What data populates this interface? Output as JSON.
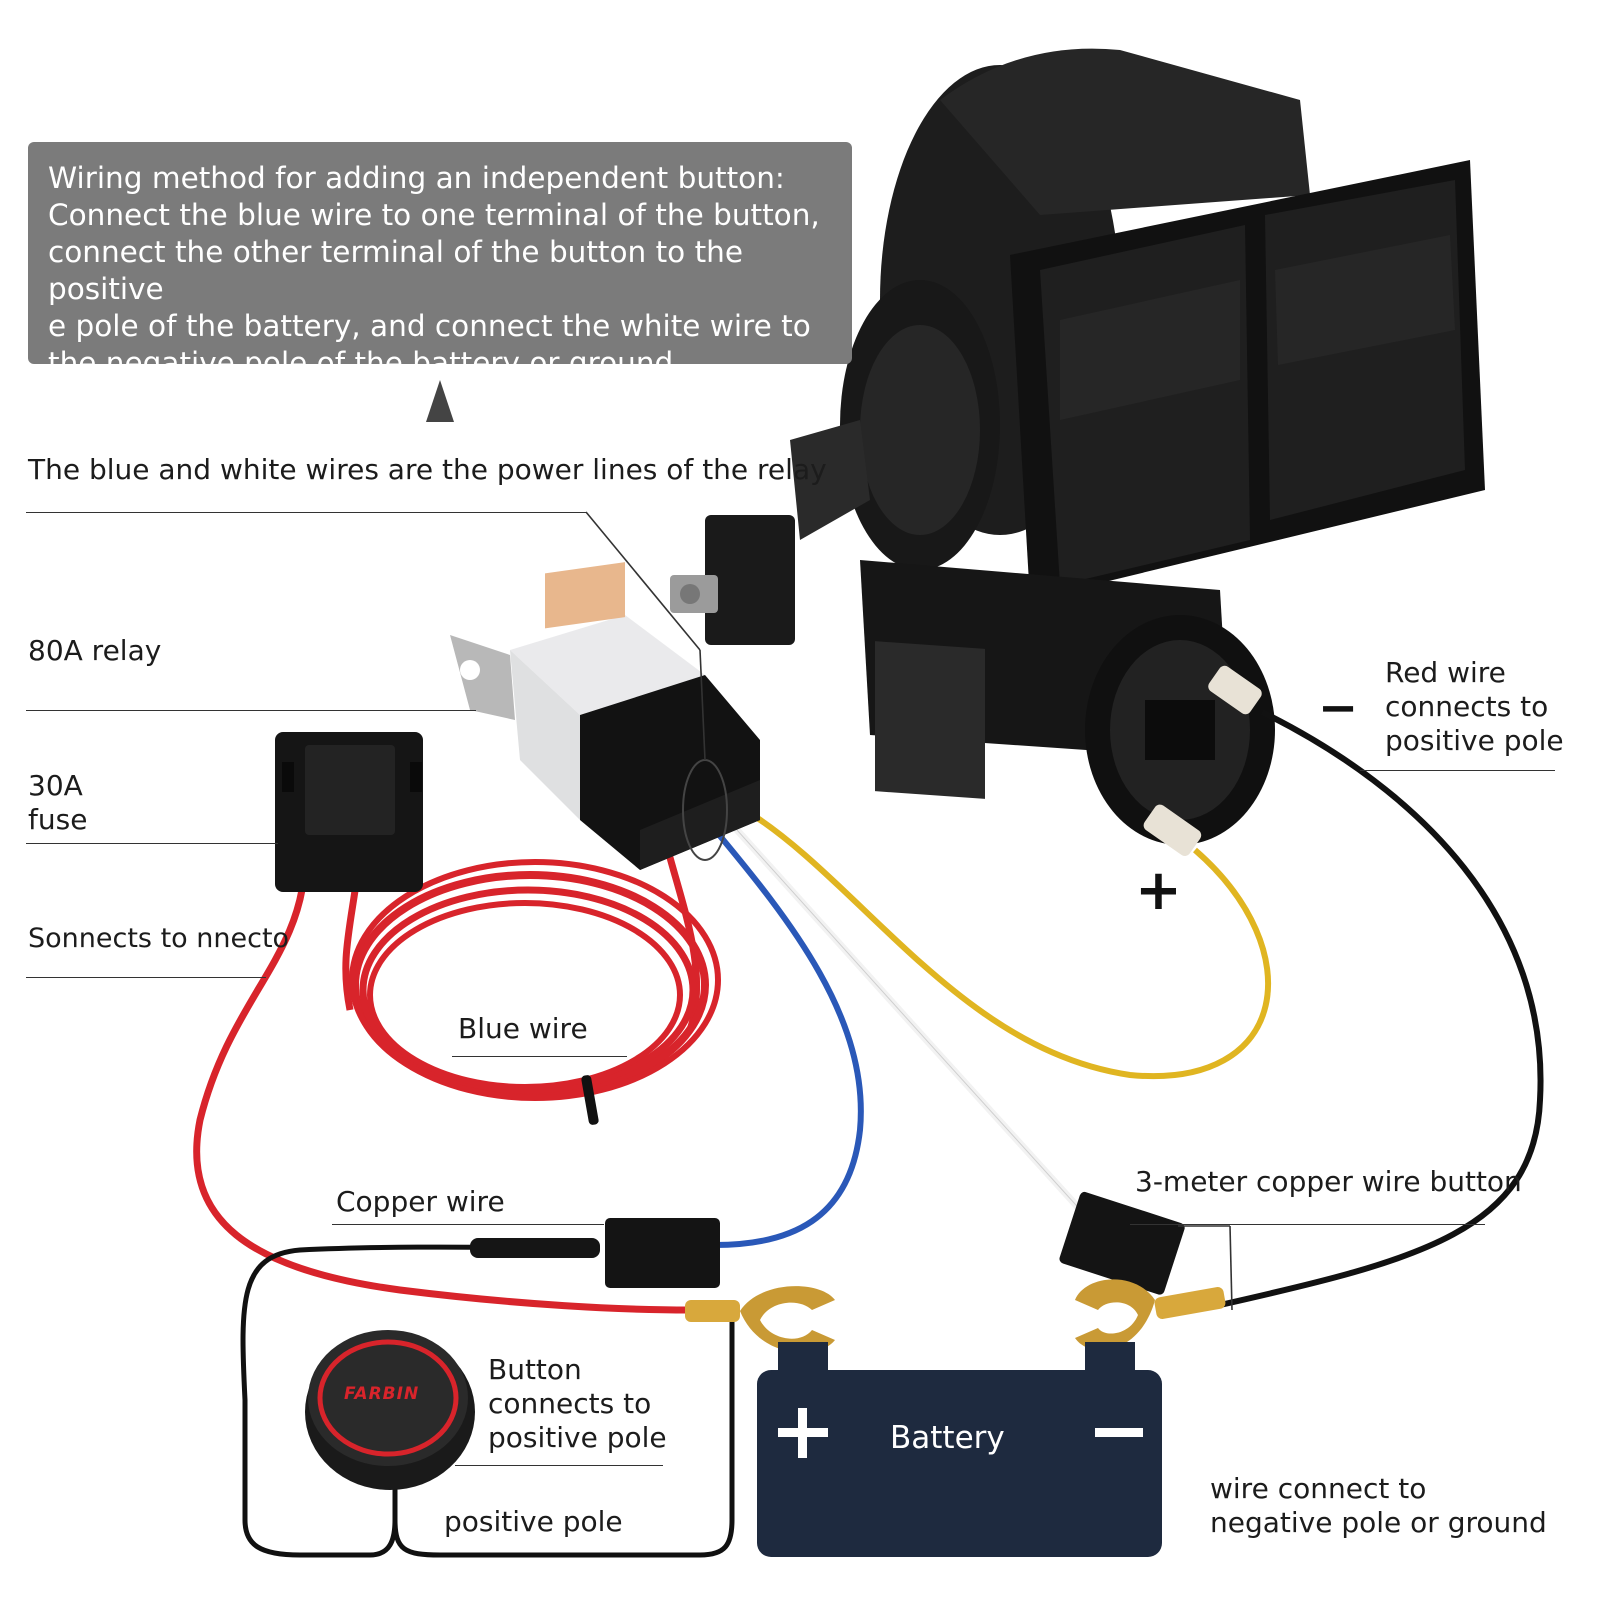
{
  "info_box": {
    "text": "Wiring method for adding an independent button:\nConnect the blue wire to one terminal of the button,\nconnect the other terminal of the button to the positive\ne pole of the battery, and connect the white wire to\nthe negative pole of the battery or ground"
  },
  "labels": {
    "power_lines": "The blue and white wires are the power lines of the relay",
    "relay": "80A relay",
    "fuse": "30A\nfuse",
    "sonnects": "Sonnects to nnecto",
    "blue_wire": "Blue wire",
    "copper_wire": "Copper wire",
    "button_connects": "Button\nconnects to\npositive pole",
    "positive_pole": "positive pole",
    "red_wire": "Red wire\nconnects to\npositive pole",
    "three_meter": "3-meter copper wire button",
    "wire_connect": "wire connect to\nnegative pole or ground",
    "battery": "Battery",
    "button_brand": "FARBIN",
    "horn_plus": "+",
    "horn_minus": "−",
    "batt_plus": "+",
    "batt_minus": "−"
  },
  "colors": {
    "red_wire": "#d8242b",
    "blue_wire": "#2a58b8",
    "white_wire": "#f2f2f2",
    "yellow_wire": "#e0b521",
    "black_wire": "#111111",
    "battery_body": "#1e2a3f",
    "info_box": "#7b7b7b"
  },
  "icons": {
    "arrow": "up-triangle-icon",
    "horn": "air-horn-compressor-icon",
    "relay": "relay-icon",
    "fuse": "fuse-holder-icon",
    "button": "push-button-icon",
    "battery": "battery-icon"
  }
}
